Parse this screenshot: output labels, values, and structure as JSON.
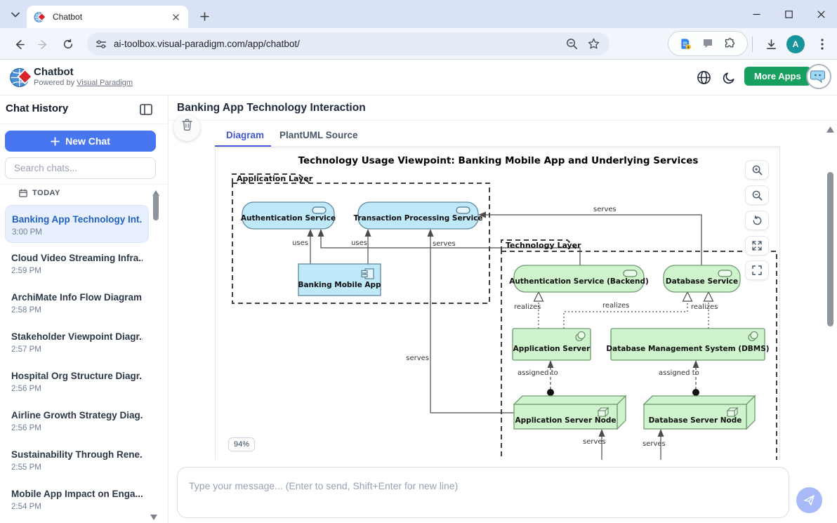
{
  "browser": {
    "tab_title": "Chatbot",
    "url": "ai-toolbox.visual-paradigm.com/app/chatbot/",
    "profile_initial": "A"
  },
  "header": {
    "app_title": "Chatbot",
    "powered_by_prefix": "Powered by ",
    "powered_by_link": "Visual Paradigm",
    "more_apps_label": "More Apps"
  },
  "sidebar": {
    "title": "Chat History",
    "new_chat_label": "New Chat",
    "search_placeholder": "Search chats...",
    "section_label": "TODAY",
    "chats": [
      {
        "title": "Banking App Technology Int...",
        "time": "3:00 PM",
        "selected": true
      },
      {
        "title": "Cloud Video Streaming Infra...",
        "time": "2:59 PM"
      },
      {
        "title": "ArchiMate Info Flow Diagram",
        "time": "2:58 PM"
      },
      {
        "title": "Stakeholder Viewpoint Diagr...",
        "time": "2:57 PM"
      },
      {
        "title": "Hospital Org Structure Diagr...",
        "time": "2:56 PM"
      },
      {
        "title": "Airline Growth Strategy Diag...",
        "time": "2:56 PM"
      },
      {
        "title": "Sustainability Through Rene...",
        "time": "2:55 PM"
      },
      {
        "title": "Mobile App Impact on Enga...",
        "time": "2:54 PM"
      }
    ]
  },
  "main": {
    "page_title": "Banking App Technology Interaction",
    "tabs": [
      {
        "label": "Diagram",
        "active": true
      },
      {
        "label": "PlantUML Source",
        "active": false
      }
    ],
    "zoom_level": "94%",
    "input_placeholder": "Type your message... (Enter to send, Shift+Enter for new line)"
  },
  "diagram": {
    "title": "Technology Usage Viewpoint: Banking Mobile App and Underlying Services",
    "groups": [
      {
        "label": "Application Layer"
      },
      {
        "label": "Technology Layer"
      }
    ],
    "nodes": [
      {
        "id": "authentication-service",
        "label": "Authentication Service",
        "type": "application-service"
      },
      {
        "id": "transaction-processing-service",
        "label": "Transaction Processing Service",
        "type": "application-service"
      },
      {
        "id": "banking-mobile-app",
        "label": "Banking Mobile App",
        "type": "application-component"
      },
      {
        "id": "authentication-service-backend",
        "label": "Authentication Service (Backend)",
        "type": "technology-service"
      },
      {
        "id": "database-service",
        "label": "Database Service",
        "type": "technology-service"
      },
      {
        "id": "application-server",
        "label": "Application Server",
        "type": "system-software"
      },
      {
        "id": "dbms",
        "label": "Database Management System (DBMS)",
        "type": "system-software"
      },
      {
        "id": "application-server-node",
        "label": "Application Server Node",
        "type": "node"
      },
      {
        "id": "database-server-node",
        "label": "Database Server Node",
        "type": "node"
      }
    ],
    "edges": [
      {
        "from": "banking-mobile-app",
        "to": "authentication-service",
        "label": "uses"
      },
      {
        "from": "banking-mobile-app",
        "to": "transaction-processing-service",
        "label": "uses"
      },
      {
        "from": "application-server-node",
        "to": "transaction-processing-service",
        "label": "serves"
      },
      {
        "from": "authentication-service-backend",
        "to": "authentication-service",
        "label": "serves"
      },
      {
        "from": "database-service",
        "to": "transaction-processing-service",
        "label": "serves"
      },
      {
        "from": "application-server",
        "to": "authentication-service-backend",
        "label": "realizes"
      },
      {
        "from": "application-server",
        "to": "database-service",
        "label": "realizes"
      },
      {
        "from": "dbms",
        "to": "database-service",
        "label": "realizes"
      },
      {
        "from": "application-server-node",
        "to": "application-server",
        "label": "assigned to"
      },
      {
        "from": "database-server-node",
        "to": "dbms",
        "label": "assigned to"
      },
      {
        "from": "offscreen-below",
        "to": "application-server-node",
        "label": "serves"
      },
      {
        "from": "offscreen-below",
        "to": "database-server-node",
        "label": "serves"
      }
    ],
    "colors": {
      "application_fill": "#BFE8F8",
      "application_stroke": "#5E87A0",
      "technology_fill": "#CFF3CD",
      "technology_stroke": "#6F9A6F",
      "edge": "#4C4C4C"
    }
  },
  "theme": {
    "accent_blue": "#4776F0",
    "tab_active_blue": "#4255D4",
    "more_apps_green": "#17A05F",
    "send_button_blue": "#A7B9F6",
    "selected_chat_bg": "#E9F0FD"
  }
}
